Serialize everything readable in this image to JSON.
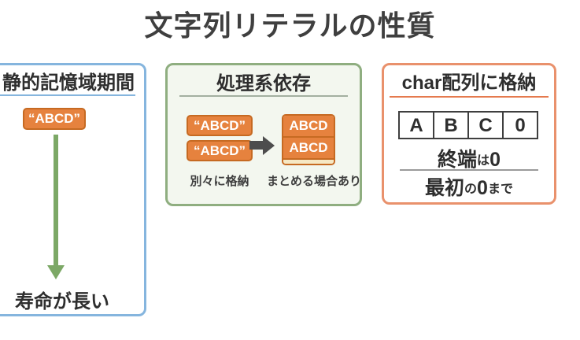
{
  "page": {
    "title": "文字列リテラルの性質"
  },
  "colors": {
    "title_text": "#3F3F3F",
    "static_panel_border": "#85B5DE",
    "impl_panel_border": "#8FAE80",
    "impl_panel_bg": "#F3F7EF",
    "char_panel_border": "#E9916C",
    "char_rule": "#E57A4E",
    "literal_box_bg": "#E6823E",
    "literal_box_border": "#C66A22",
    "green_arrow": "#7CA866",
    "dark_arrow": "#4D4D4D",
    "terminator_strip": "#F6E8C4"
  },
  "static_panel": {
    "title": "静的記憶域期間",
    "literal": "“ABCD”",
    "caption": "寿命が長い"
  },
  "impl_panel": {
    "title": "処理系依存",
    "literal1": "“ABCD”",
    "literal2": "“ABCD”",
    "merged1": "ABCD",
    "merged2": "ABCD",
    "label_separate": "別々に格納",
    "label_merged": "まとめる場合あり"
  },
  "char_panel": {
    "title": "char配列に格納",
    "cells": [
      "A",
      "B",
      "C",
      "0"
    ],
    "terminator_note": {
      "big1": "終端",
      "small1": "は",
      "big2": "0"
    },
    "first_zero_note": {
      "big1": "最初",
      "small1": "の",
      "big2": "0",
      "small2": "まで"
    }
  }
}
